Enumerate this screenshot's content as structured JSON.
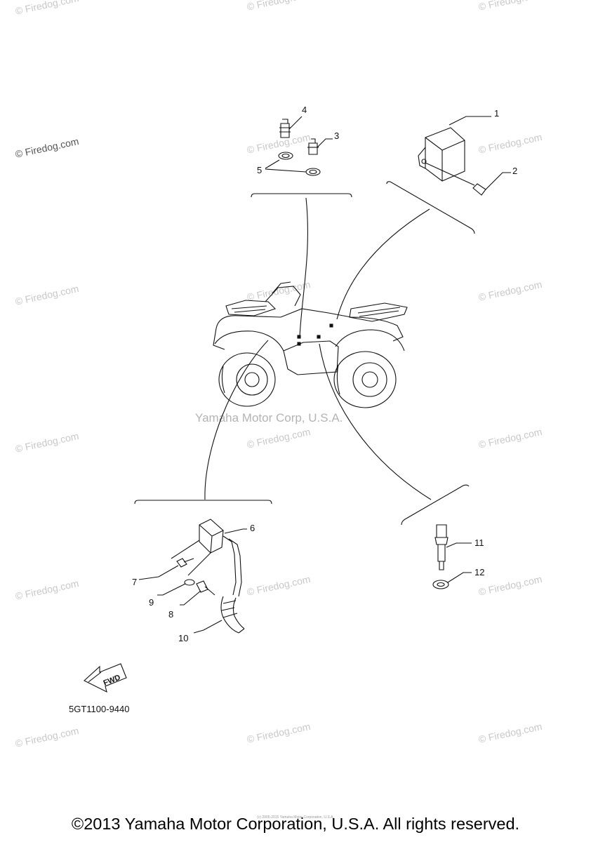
{
  "watermark": "© Firedog.com",
  "center_watermark": "Yamaha Motor Corp, U.S.A.",
  "fwd_label": "FWD",
  "diagram_code": "5GT1100-9440",
  "footer": "©2013 Yamaha Motor Corporation, U.S.A. All rights reserved.",
  "fine_print": "(c) 2005-2015 Yamaha Motor Corporation, U.S.A.",
  "callouts": [
    "1",
    "2",
    "3",
    "4",
    "5",
    "6",
    "7",
    "8",
    "9",
    "10",
    "11",
    "12"
  ]
}
